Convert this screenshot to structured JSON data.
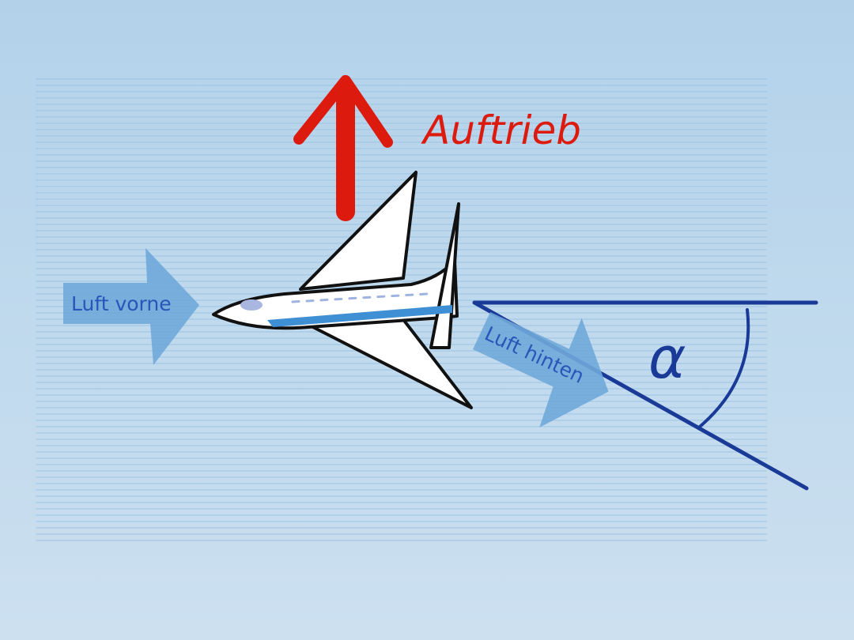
{
  "labels": {
    "lift": "Auftrieb",
    "air_front": "Luft vorne",
    "air_back": "Luft hinten",
    "angle": "α"
  },
  "colors": {
    "lift": "#dc1a0e",
    "air_arrow": "#6fa9d9",
    "air_text": "#2a55b8",
    "angle_lines": "#1a3a98",
    "stripe": "#3f8fd4",
    "background_top": "#b3d2ea",
    "background_bottom": "#cce0f0"
  }
}
